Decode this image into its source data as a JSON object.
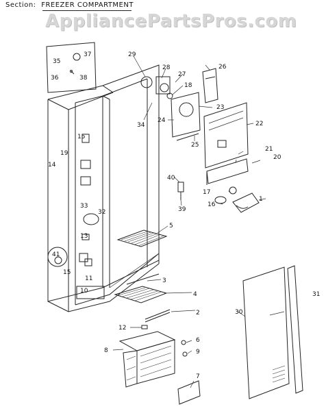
{
  "header": {
    "section_label": "Section:",
    "section_name": "FREEZER COMPARTMENT"
  },
  "watermark": "AppliancePartsPros.com",
  "callouts": [
    {
      "id": "c1",
      "text": "1"
    },
    {
      "id": "c2",
      "text": "2"
    },
    {
      "id": "c3",
      "text": "3"
    },
    {
      "id": "c4",
      "text": "4"
    },
    {
      "id": "c5",
      "text": "5"
    },
    {
      "id": "c6",
      "text": "6"
    },
    {
      "id": "c7",
      "text": "7"
    },
    {
      "id": "c8",
      "text": "8"
    },
    {
      "id": "c9",
      "text": "9"
    },
    {
      "id": "c10",
      "text": "10"
    },
    {
      "id": "c11",
      "text": "11"
    },
    {
      "id": "c12",
      "text": "12"
    },
    {
      "id": "c13",
      "text": "13"
    },
    {
      "id": "c14",
      "text": "14"
    },
    {
      "id": "c15a",
      "text": "15"
    },
    {
      "id": "c15b",
      "text": "15"
    },
    {
      "id": "c16",
      "text": "16"
    },
    {
      "id": "c17",
      "text": "17"
    },
    {
      "id": "c18",
      "text": "18"
    },
    {
      "id": "c19",
      "text": "19"
    },
    {
      "id": "c20",
      "text": "20"
    },
    {
      "id": "c21",
      "text": "21"
    },
    {
      "id": "c22",
      "text": "22"
    },
    {
      "id": "c23",
      "text": "23"
    },
    {
      "id": "c24",
      "text": "24"
    },
    {
      "id": "c25",
      "text": "25"
    },
    {
      "id": "c26",
      "text": "26"
    },
    {
      "id": "c27",
      "text": "27"
    },
    {
      "id": "c28",
      "text": "28"
    },
    {
      "id": "c29",
      "text": "29"
    },
    {
      "id": "c30",
      "text": "30"
    },
    {
      "id": "c31",
      "text": "31"
    },
    {
      "id": "c32",
      "text": "32"
    },
    {
      "id": "c33",
      "text": "33"
    },
    {
      "id": "c34",
      "text": "34"
    },
    {
      "id": "c35",
      "text": "35"
    },
    {
      "id": "c36",
      "text": "36"
    },
    {
      "id": "c37",
      "text": "37"
    },
    {
      "id": "c38",
      "text": "38"
    },
    {
      "id": "c39",
      "text": "39"
    },
    {
      "id": "c40",
      "text": "40"
    },
    {
      "id": "c41",
      "text": "41"
    }
  ]
}
